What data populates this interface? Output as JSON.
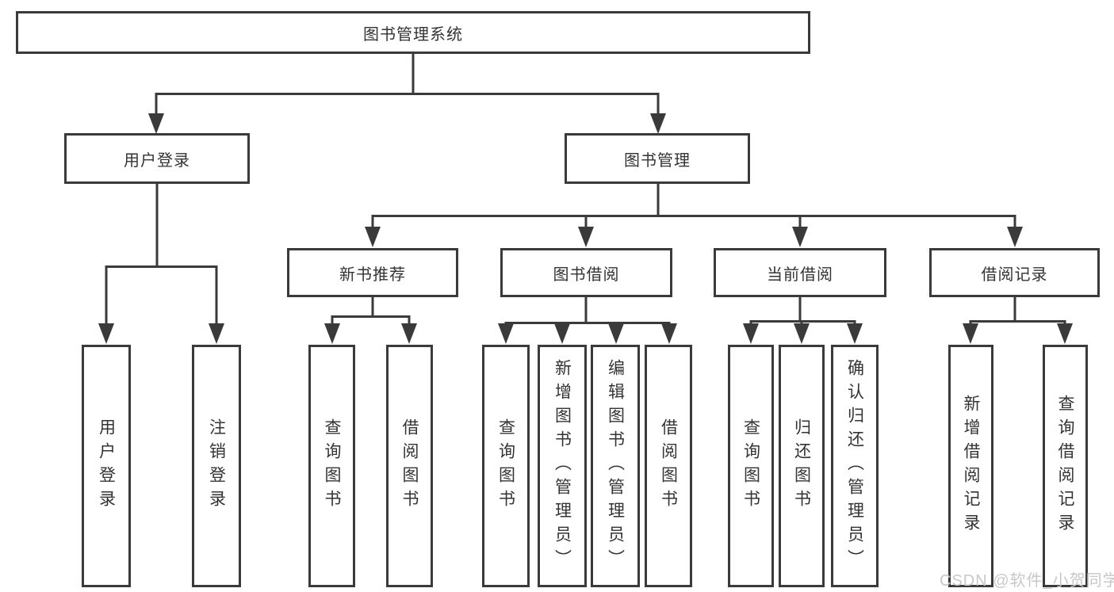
{
  "diagram": {
    "type": "tree-structure-diagram",
    "colors": {
      "line": "#3a3a3a",
      "box_border": "#3a3a3a",
      "text": "#333333",
      "background": "#ffffff",
      "watermark": "#c8c8c8"
    },
    "nodes": {
      "root": "图书管理系统",
      "user_login": "用户登录",
      "book_management": "图书管理",
      "new_book_recommendation": "新书推荐",
      "book_borrowing": "图书借阅",
      "current_borrowing": "当前借阅",
      "borrowing_records": "借阅记录",
      "leaves": {
        "user_login": [
          "用户登录",
          "注销登录"
        ],
        "new_book_recommendation": [
          "查询图书",
          "借阅图书"
        ],
        "book_borrowing": [
          "查询图书",
          "新增图书（管理员）",
          "编辑图书（管理员）",
          "借阅图书"
        ],
        "current_borrowing": [
          "查询图书",
          "归还图书",
          "确认归还（管理员）"
        ],
        "borrowing_records": [
          "新增借阅记录",
          "查询借阅记录"
        ]
      }
    },
    "watermark": "CSDN @软件_小贺同学"
  }
}
